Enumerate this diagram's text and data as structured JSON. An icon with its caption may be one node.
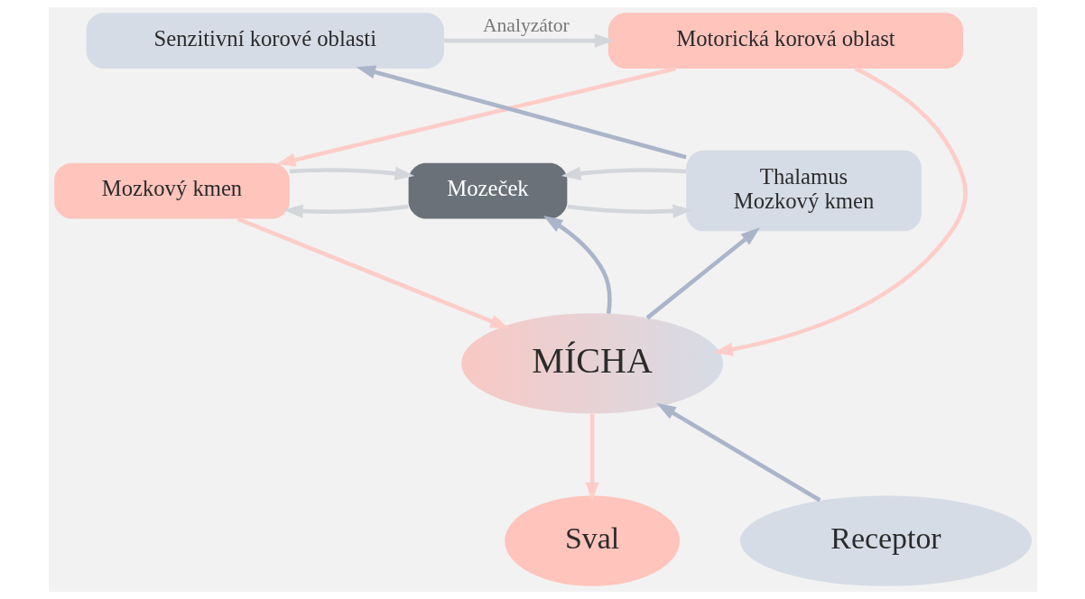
{
  "diagram": {
    "nodes": [
      {
        "text": [
          "Motorická korová oblast"
        ]
      },
      {
        "text": [
          "Senzitivní korové oblasti"
        ]
      },
      {
        "text": [
          "Mozkový kmen"
        ]
      },
      {
        "text": [
          "Mozeček"
        ]
      },
      {
        "text": [
          "Thalamus",
          "Mozkový kmen"
        ]
      },
      {
        "text": [
          "MÍCHA"
        ]
      },
      {
        "text": [
          "Sval"
        ]
      },
      {
        "text": [
          "Receptor"
        ]
      }
    ],
    "edges": [
      {
        "from": 1,
        "to": 0,
        "arrow": "to",
        "label": "Analyzátor"
      },
      {
        "from": 0,
        "to": 2,
        "arrow": "to",
        "color": "#ffcdc8"
      },
      {
        "from": 0,
        "to": 5,
        "arrow": "to",
        "color": "#ffcdc8"
      },
      {
        "from": 3,
        "to": 2,
        "arrow": "to"
      },
      {
        "from": 2,
        "to": 3,
        "arrow": "to"
      },
      {
        "from": 3,
        "to": 4,
        "arrow": "to"
      },
      {
        "from": 4,
        "to": 3,
        "arrow": "to"
      },
      {
        "from": 2,
        "to": 5,
        "arrow": "to",
        "color": "#ffcdc8"
      },
      {
        "from": 4,
        "to": 1,
        "arrow": "to",
        "color": "#aab5ca"
      },
      {
        "from": 5,
        "to": 3,
        "arrow": "to",
        "color": "#aab5ca"
      },
      {
        "from": 5,
        "to": 4,
        "arrow": "to",
        "color": "#aab5ca"
      },
      {
        "from": 5,
        "to": 6,
        "arrow": "to",
        "color": "#ffcdc8"
      },
      {
        "from": 7,
        "to": 5,
        "arrow": "to",
        "color": "#aab5ca"
      }
    ]
  }
}
